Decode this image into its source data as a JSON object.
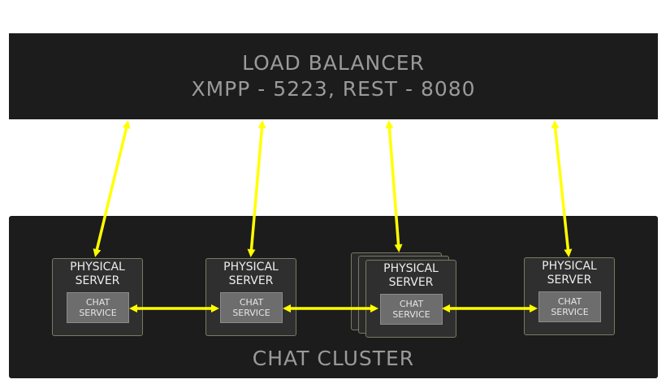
{
  "load_balancer": {
    "title": "LOAD BALANCER",
    "ports": "XMPP - 5223, REST - 8080"
  },
  "cluster": {
    "label": "CHAT CLUSTER"
  },
  "servers": [
    {
      "title": "PHYSICAL\nSERVER",
      "service": "CHAT\nSERVICE"
    },
    {
      "title": "PHYSICAL\nSERVER",
      "service": "CHAT\nSERVICE"
    },
    {
      "title": "PHYSICAL\nSERVER",
      "service": "CHAT\nSERVICE"
    },
    {
      "title": "PHYSICAL\nSERVER",
      "service": "CHAT\nSERVICE"
    }
  ],
  "colors": {
    "arrow": "#ffff00",
    "panel": "#1c1c1c",
    "server_border": "#7a7a64"
  }
}
